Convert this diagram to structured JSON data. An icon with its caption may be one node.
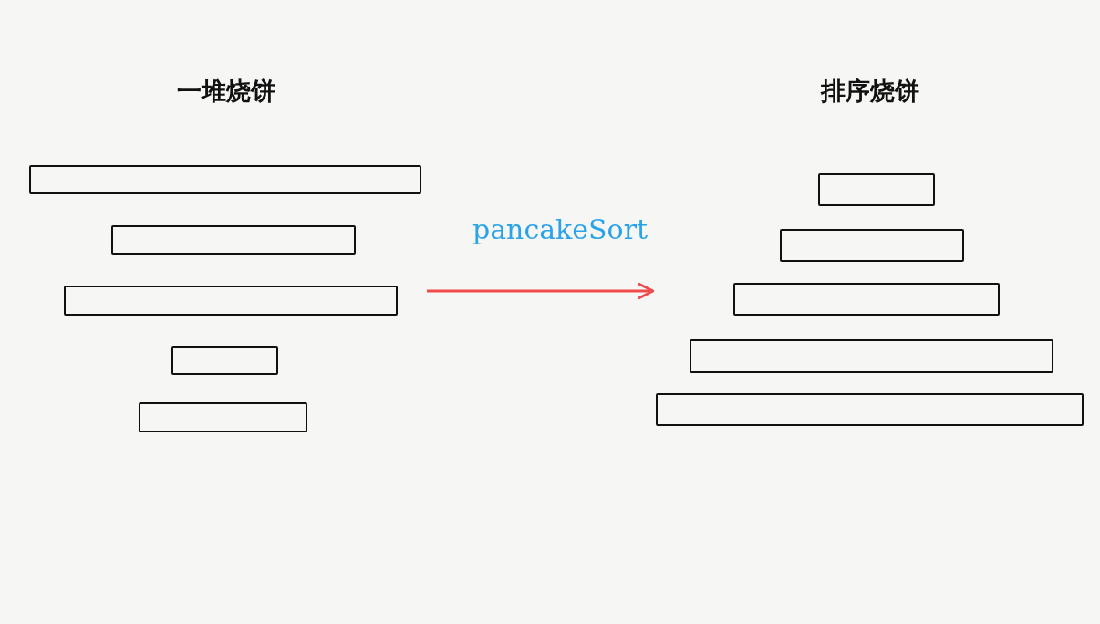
{
  "diagram": {
    "nodes": [
      {
        "text": [
          "一堆烧饼"
        ]
      },
      {
        "text": [],
        "shape": "bar",
        "in": 0
      },
      {
        "text": [],
        "shape": "bar",
        "in": 0
      },
      {
        "text": [],
        "shape": "bar",
        "in": 0
      },
      {
        "text": [],
        "shape": "bar",
        "in": 0
      },
      {
        "text": [],
        "shape": "bar",
        "in": 0
      },
      {
        "text": [
          "排序烧饼"
        ]
      },
      {
        "text": [],
        "shape": "bar",
        "in": 6
      },
      {
        "text": [],
        "shape": "bar",
        "in": 6
      },
      {
        "text": [],
        "shape": "bar",
        "in": 6
      },
      {
        "text": [],
        "shape": "bar",
        "in": 6
      },
      {
        "text": [],
        "shape": "bar",
        "in": 6
      }
    ],
    "edges": [
      {
        "from": 0,
        "to": 6,
        "arrow": "to",
        "label": "pancakeSort",
        "color": "#ef4b4b"
      }
    ]
  }
}
